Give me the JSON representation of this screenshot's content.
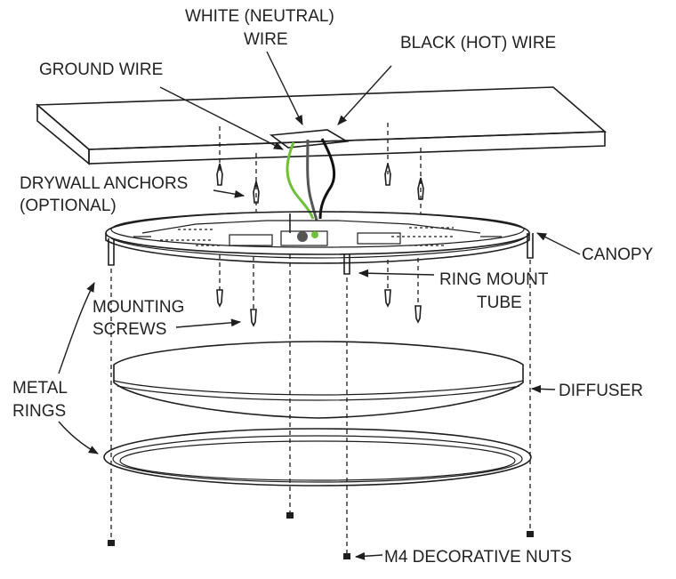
{
  "labels": {
    "white_wire": "WHITE (NEUTRAL)",
    "white_wire_2": "WIRE",
    "black_wire": "BLACK (HOT) WIRE",
    "ground_wire": "GROUND WIRE",
    "drywall_anchors": "DRYWALL ANCHORS",
    "drywall_anchors_2": "(OPTIONAL)",
    "canopy": "CANOPY",
    "ring_mount_tube": "RING MOUNT",
    "ring_mount_tube_2": "TUBE",
    "mounting_screws": "MOUNTING",
    "mounting_screws_2": "SCREWS",
    "metal_rings": "METAL",
    "metal_rings_2": "RINGS",
    "diffuser": "DIFFUSER",
    "decorative_nuts": "M4 DECORATIVE NUTS"
  },
  "colors": {
    "line": "#1e1e1e",
    "ground_wire": "#6fbf3a",
    "white_wire": "#555555",
    "black_wire": "#111111"
  }
}
